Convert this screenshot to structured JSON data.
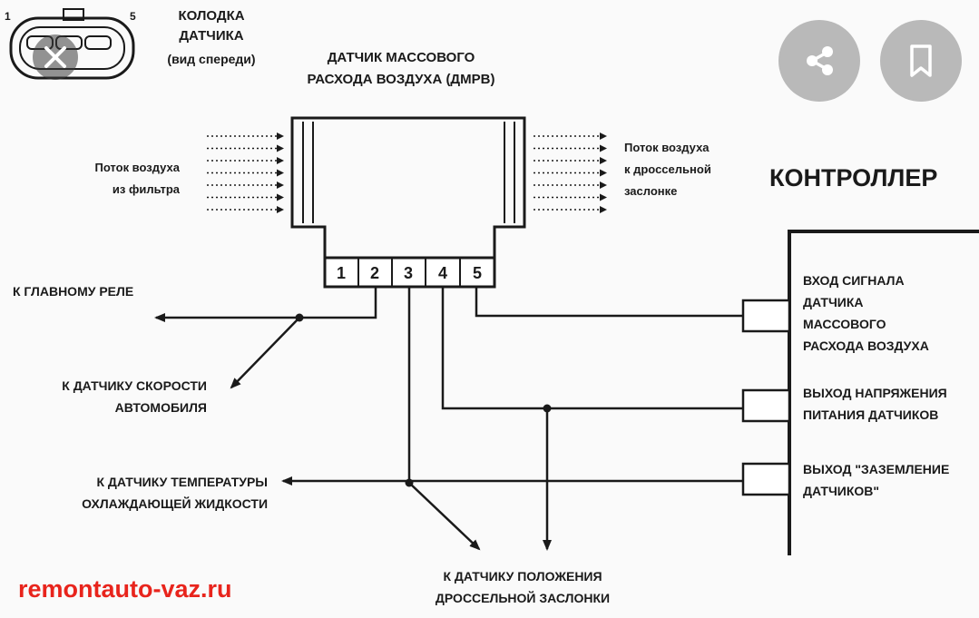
{
  "connector": {
    "title_line1": "КОЛОДКА",
    "title_line2": "ДАТЧИКА",
    "title_line3": "(вид спереди)",
    "pin_left": "1",
    "pin_right": "5"
  },
  "sensor": {
    "title_line1": "ДАТЧИК МАССОВОГО",
    "title_line2": "РАСХОДА ВОЗДУХА (ДМРВ)",
    "pins": [
      "1",
      "2",
      "3",
      "4",
      "5"
    ]
  },
  "airflow": {
    "in_line1": "Поток воздуха",
    "in_line2": "из фильтра",
    "out_line1": "Поток воздуха",
    "out_line2": "к дроссельной",
    "out_line3": "заслонке"
  },
  "controller": {
    "title": "КОНТРОЛЛЕР",
    "input_signal": [
      "ВХОД СИГНАЛА",
      "ДАТЧИКА",
      "МАССОВОГО",
      "РАСХОДА ВОЗДУХА"
    ],
    "voltage_out": [
      "ВЫХОД НАПРЯЖЕНИЯ",
      "ПИТАНИЯ ДАТЧИКОВ"
    ],
    "ground_out": [
      "ВЫХОД \"ЗАЗЕМЛЕНИЕ",
      "ДАТЧИКОВ\""
    ]
  },
  "destinations": {
    "main_relay": "К ГЛАВНОМУ РЕЛЕ",
    "speed_sensor": [
      "К ДАТЧИКУ СКОРОСТИ",
      "АВТОМОБИЛЯ"
    ],
    "coolant_temp": [
      "К ДАТЧИКУ ТЕМПЕРАТУРЫ",
      "ОХЛАЖДАЮЩЕЙ ЖИДКОСТИ"
    ],
    "throttle_pos": [
      "К ДАТЧИКУ ПОЛОЖЕНИЯ",
      "ДРОССЕЛЬНОЙ ЗАСЛОНКИ"
    ]
  },
  "watermark": "remontauto-vaz.ru",
  "icons": {
    "share": "share-icon",
    "bookmark": "bookmark-icon",
    "close": "close-icon"
  },
  "colors": {
    "line": "#1a1a1a",
    "watermark": "#e8241c",
    "overlay_button": "#b9b9b9"
  }
}
